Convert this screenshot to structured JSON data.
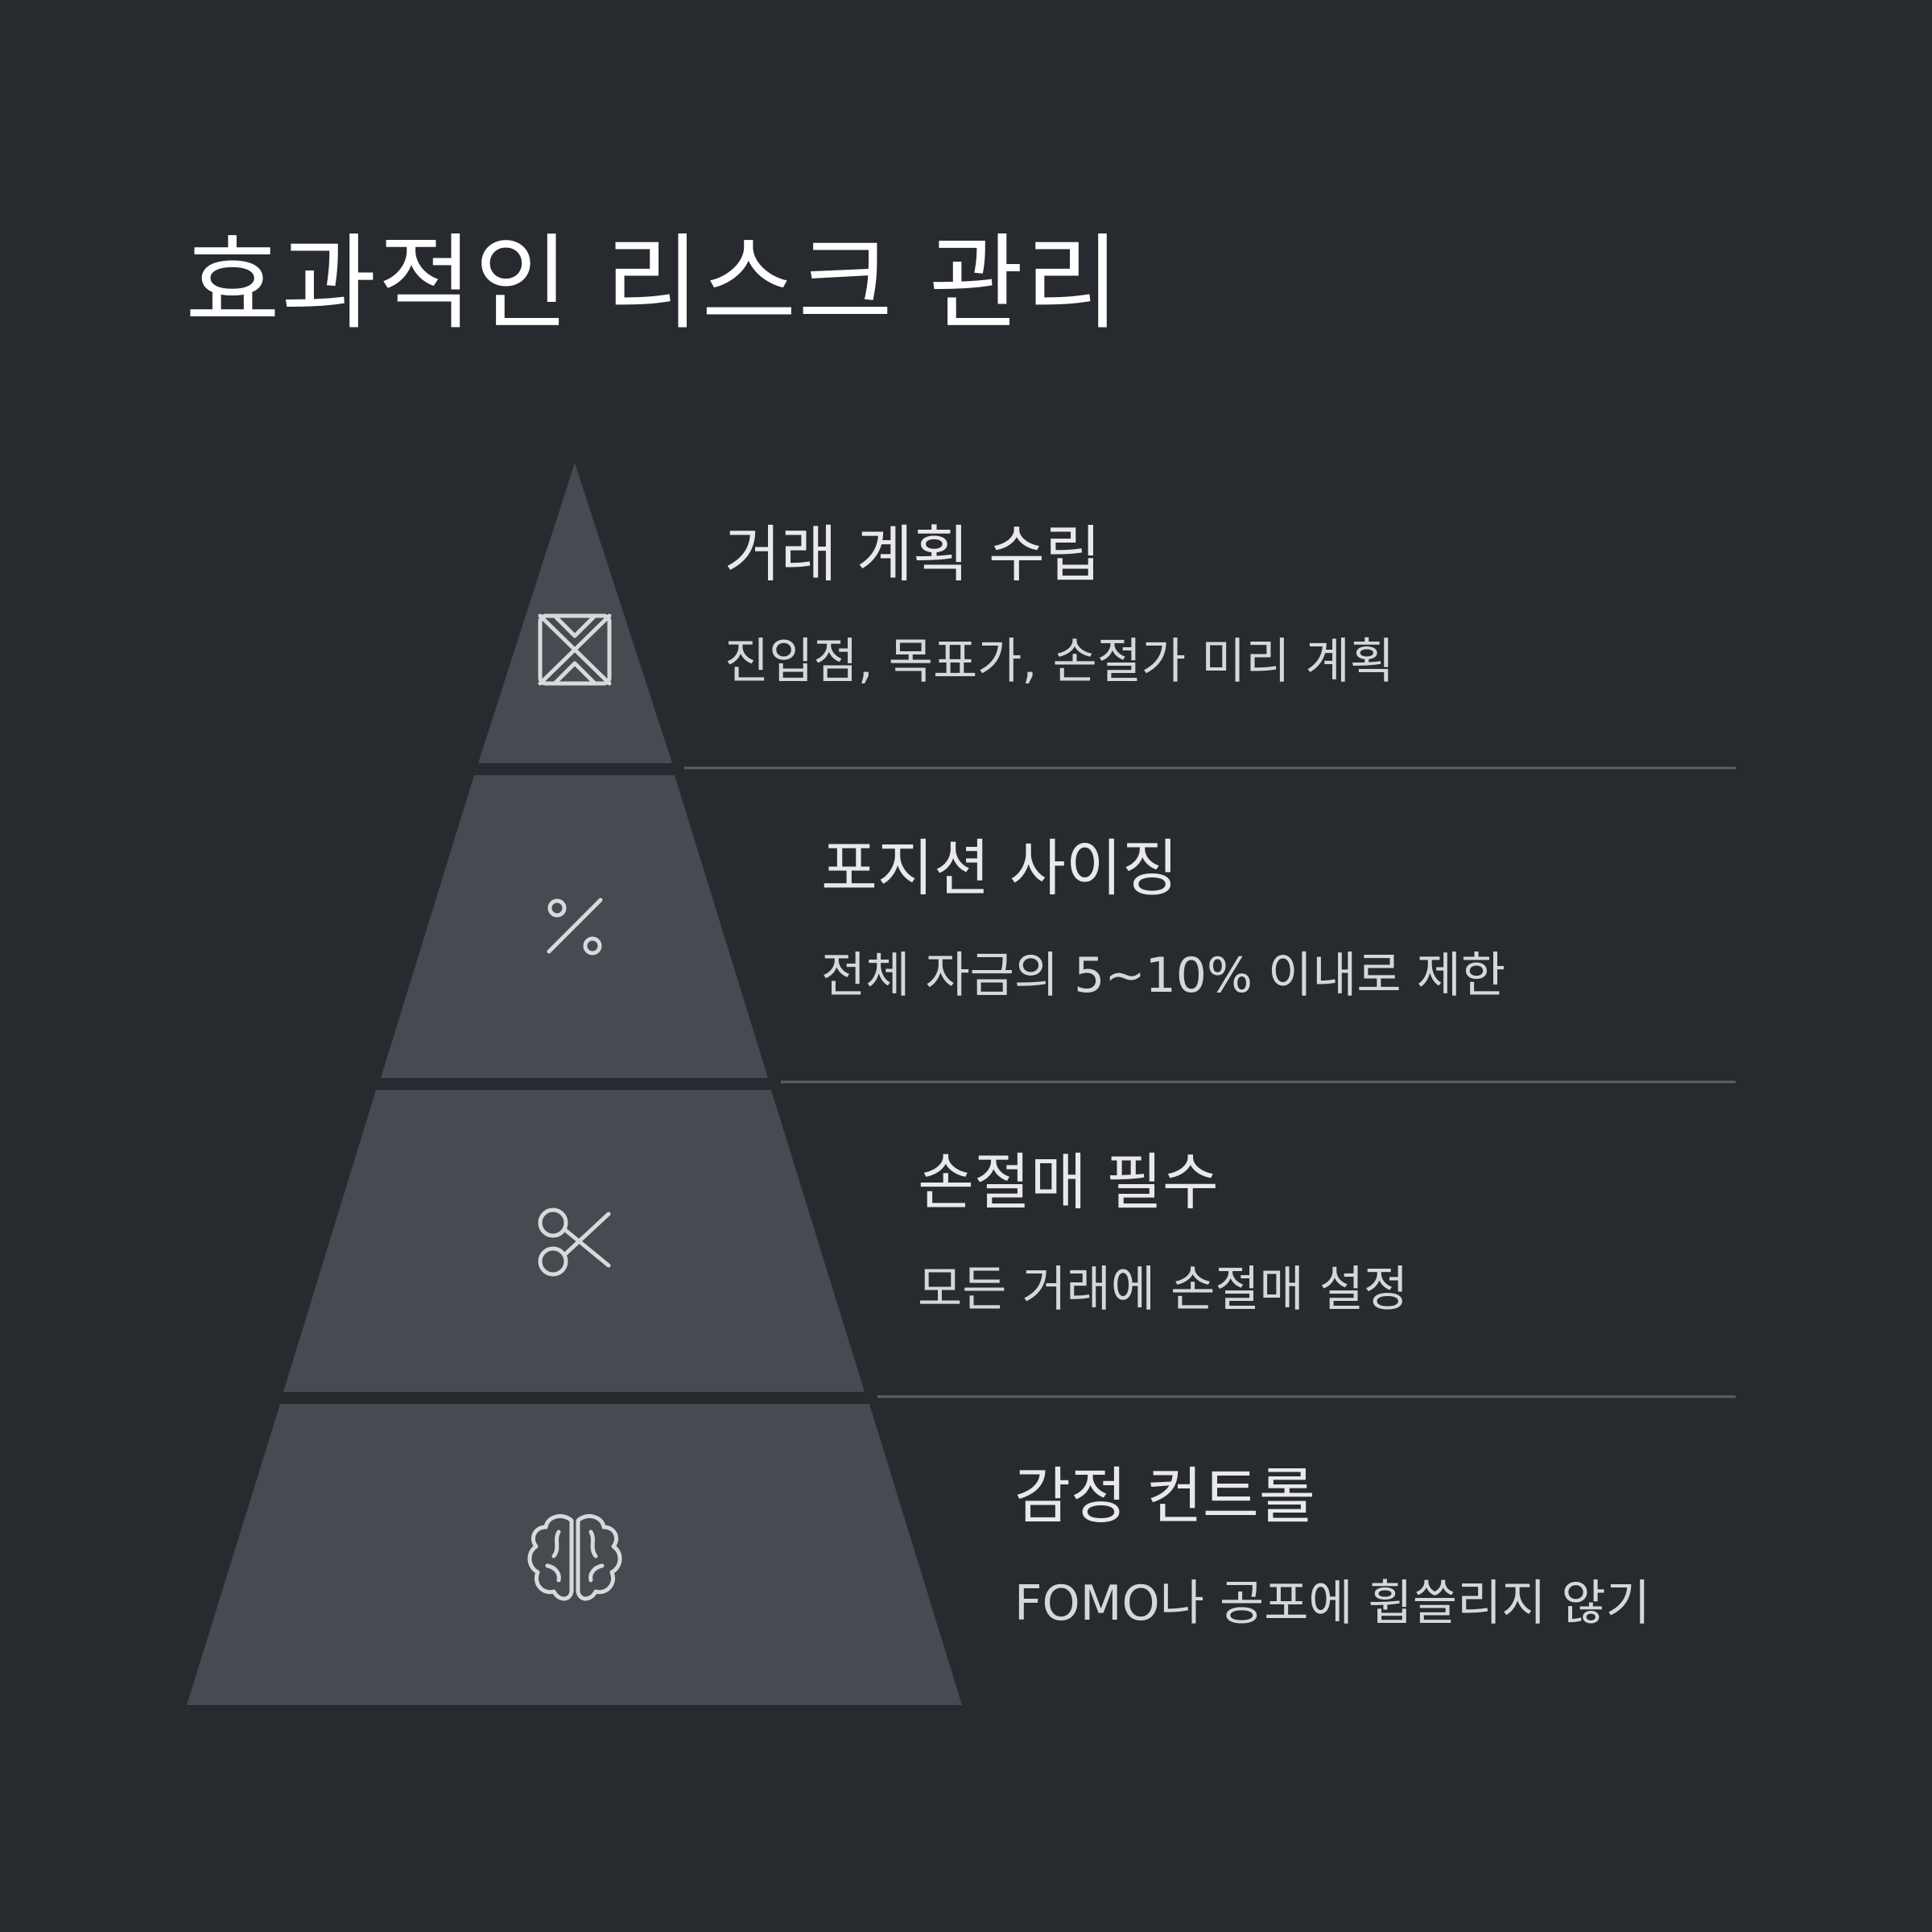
{
  "title": "효과적인 리스크 관리",
  "colors": {
    "background": "#272a2f",
    "tier": "#464a51",
    "divider": "#5c6067",
    "icon": "#d9d9db",
    "text": "#e9e9ea"
  },
  "steps": [
    {
      "title": "거래 계획 수립",
      "description": "진입점, 목표가, 손절가 미리 계획",
      "icon": "crossed-box-icon"
    },
    {
      "title": "포지션 사이징",
      "description": "전체 자금의 5~10% 이내로 제한",
      "icon": "percent-icon"
    },
    {
      "title": "손절매 필수",
      "description": "모든 거래에 손절매 설정",
      "icon": "scissors-icon"
    },
    {
      "title": "감정 컨트롤",
      "description": "FOMO나 공포에 휩쓸리지 않기",
      "icon": "brain-icon"
    }
  ]
}
